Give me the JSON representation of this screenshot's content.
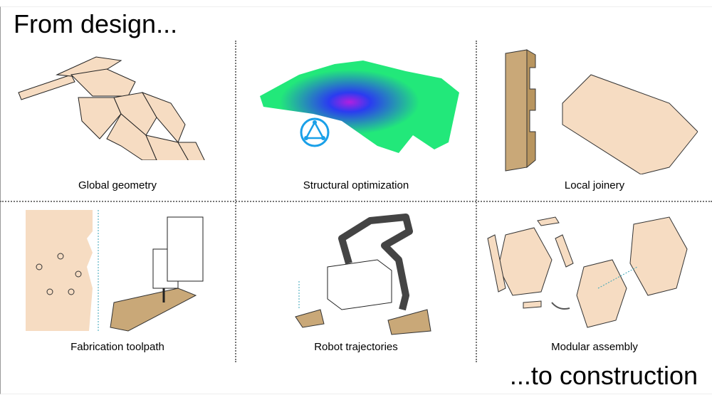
{
  "title_top": "From design...",
  "title_bottom": "...to construction",
  "panels": [
    {
      "label": "Global geometry"
    },
    {
      "label": "Structural optimization"
    },
    {
      "label": "Local joinery"
    },
    {
      "label": "Fabrication toolpath"
    },
    {
      "label": "Robot trajectories"
    },
    {
      "label": "Modular assembly"
    }
  ],
  "colors": {
    "wood": "#f6dcc2",
    "plywood": "#c9a878",
    "fea_green": "#22e87a",
    "fea_blue": "#2a3cf0",
    "icon_blue": "#1aa0e8",
    "toolpath": "#3aa6b8"
  }
}
